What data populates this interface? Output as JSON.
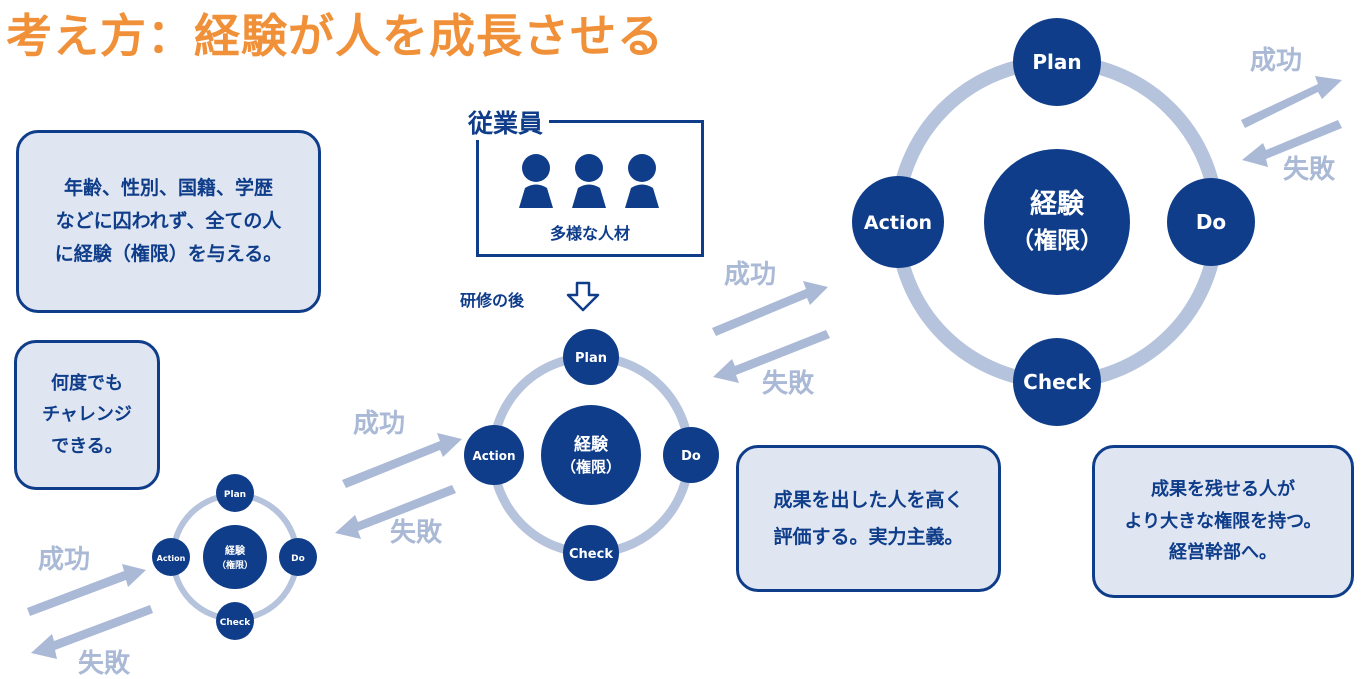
{
  "title": "考え方：経験が人を成長させる",
  "boxes": {
    "principle": "年齢、性別、国籍、学歴\nなどに囚われず、全ての人\nに経験（権限）を与える。",
    "challenge": "何度でも\nチャレンジ\nできる。",
    "evaluate": "成果を出した人を高く\n評価する。実力主義。",
    "executive": "成果を残せる人が\nより大きな権限を持つ。\n経営幹部へ。"
  },
  "employees": {
    "title": "従業員",
    "subtitle": "多様な人材",
    "after_training": "研修の後"
  },
  "cycle": {
    "plan": "Plan",
    "do": "Do",
    "check": "Check",
    "action": "Action",
    "center_line1": "経験",
    "center_line2": "（権限）"
  },
  "labels": {
    "success": "成功",
    "failure": "失敗"
  },
  "colors": {
    "title": "#f0913a",
    "navy": "#0f3d8a",
    "ring": "#b6c3dc",
    "box_fill": "#dfe6f2",
    "arrow": "#aab9d6"
  }
}
